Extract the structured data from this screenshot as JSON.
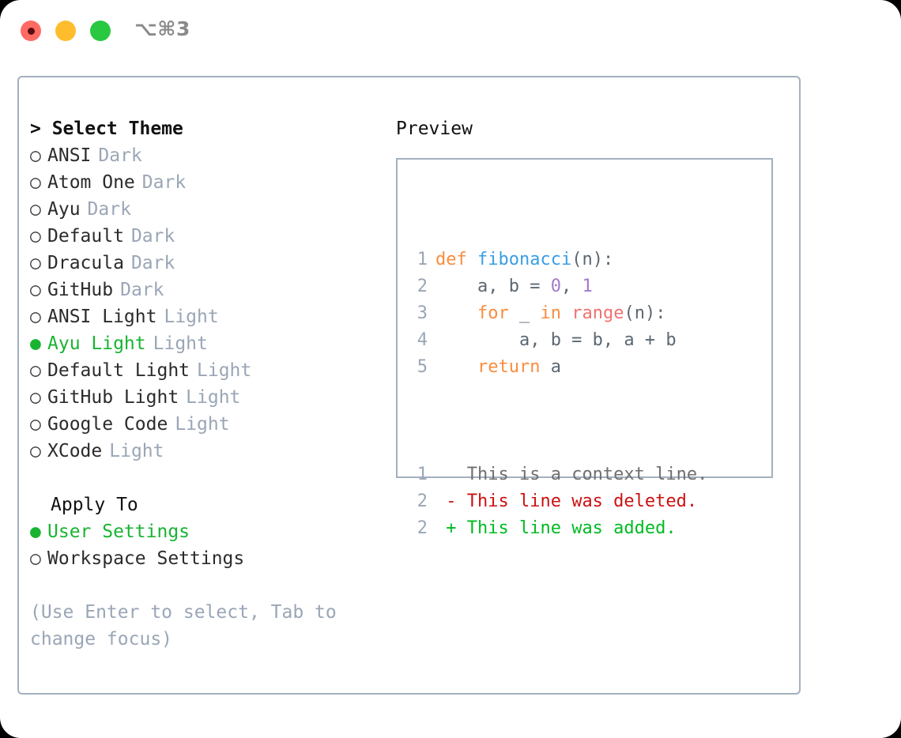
{
  "window": {
    "title": "⌥⌘3",
    "traffic_lights": [
      "close-red",
      "minimize-amber",
      "maximize-green"
    ]
  },
  "theme_picker": {
    "header": "> Select Theme",
    "items": [
      {
        "bullet": "○",
        "label": "ANSI",
        "badge": "Dark",
        "selected": false
      },
      {
        "bullet": "○",
        "label": "Atom One",
        "badge": "Dark",
        "selected": false
      },
      {
        "bullet": "○",
        "label": "Ayu",
        "badge": "Dark",
        "selected": false
      },
      {
        "bullet": "○",
        "label": "Default",
        "badge": "Dark",
        "selected": false
      },
      {
        "bullet": "○",
        "label": "Dracula",
        "badge": "Dark",
        "selected": false
      },
      {
        "bullet": "○",
        "label": "GitHub",
        "badge": "Dark",
        "selected": false
      },
      {
        "bullet": "○",
        "label": "ANSI Light",
        "badge": "Light",
        "selected": false
      },
      {
        "bullet": "●",
        "label": "Ayu Light",
        "badge": "Light",
        "selected": true
      },
      {
        "bullet": "○",
        "label": "Default Light",
        "badge": "Light",
        "selected": false
      },
      {
        "bullet": "○",
        "label": "GitHub Light",
        "badge": "Light",
        "selected": false
      },
      {
        "bullet": "○",
        "label": "Google Code",
        "badge": "Light",
        "selected": false
      },
      {
        "bullet": "○",
        "label": "XCode",
        "badge": "Light",
        "selected": false
      }
    ]
  },
  "apply_to": {
    "header": "Apply To",
    "items": [
      {
        "bullet": "●",
        "label": "User Settings",
        "selected": true
      },
      {
        "bullet": "○",
        "label": "Workspace Settings",
        "selected": false
      }
    ]
  },
  "hint": "(Use Enter to select, Tab to change focus)",
  "preview": {
    "header": "Preview",
    "code_lines": [
      {
        "number": "1",
        "tokens": [
          {
            "text": "def ",
            "type": "kw"
          },
          {
            "text": "fibonacci",
            "type": "fn"
          },
          {
            "text": "(n):",
            "type": "punc"
          }
        ]
      },
      {
        "number": "2",
        "tokens": [
          {
            "text": "    a, b = ",
            "type": "pln"
          },
          {
            "text": "0",
            "type": "num"
          },
          {
            "text": ", ",
            "type": "punc"
          },
          {
            "text": "1",
            "type": "num"
          }
        ]
      },
      {
        "number": "3",
        "tokens": [
          {
            "text": "    ",
            "type": "pln"
          },
          {
            "text": "for",
            "type": "kw"
          },
          {
            "text": " _ ",
            "type": "pln"
          },
          {
            "text": "in",
            "type": "kw"
          },
          {
            "text": " ",
            "type": "pln"
          },
          {
            "text": "range",
            "type": "bif"
          },
          {
            "text": "(n):",
            "type": "punc"
          }
        ]
      },
      {
        "number": "4",
        "tokens": [
          {
            "text": "        a, b = b, a + b",
            "type": "pln"
          }
        ]
      },
      {
        "number": "5",
        "tokens": [
          {
            "text": "    ",
            "type": "pln"
          },
          {
            "text": "return",
            "type": "kw"
          },
          {
            "text": " a",
            "type": "pln"
          }
        ]
      }
    ],
    "diff_lines": [
      {
        "number": "1",
        "marker": " ",
        "text": " This is a context line.",
        "kind": "context"
      },
      {
        "number": "2",
        "marker": "-",
        "text": " This line was deleted.",
        "kind": "deleted"
      },
      {
        "number": "2",
        "marker": "+",
        "text": " This line was added.",
        "kind": "added"
      }
    ]
  },
  "colors": {
    "accent_green": "#18b431",
    "muted": "#9aa6b6",
    "border": "#a4b0c0",
    "kw_orange": "#fa8d3e",
    "fn_blue": "#399ee6",
    "num_purple": "#a37acc",
    "builtin_red": "#f07171",
    "diff_deleted": "#cc1111",
    "diff_added": "#00bb22"
  }
}
